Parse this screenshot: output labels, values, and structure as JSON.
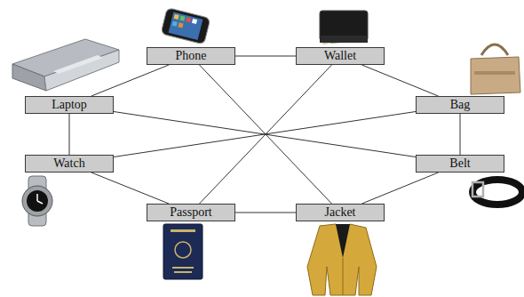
{
  "diagram": {
    "nodes": [
      {
        "text": [
          "Phone"
        ]
      },
      {
        "text": [
          "Wallet"
        ]
      },
      {
        "text": [
          "Laptop"
        ]
      },
      {
        "text": [
          "Bag"
        ]
      },
      {
        "text": [
          "Watch"
        ]
      },
      {
        "text": [
          "Belt"
        ]
      },
      {
        "text": [
          "Passport"
        ]
      },
      {
        "text": [
          "Jacket"
        ]
      }
    ],
    "edges": [
      {
        "from": 0,
        "to": 1,
        "arrow": "none"
      },
      {
        "from": 0,
        "to": 2,
        "arrow": "none"
      },
      {
        "from": 1,
        "to": 3,
        "arrow": "none"
      },
      {
        "from": 2,
        "to": 4,
        "arrow": "none"
      },
      {
        "from": 3,
        "to": 5,
        "arrow": "none"
      },
      {
        "from": 4,
        "to": 6,
        "arrow": "none"
      },
      {
        "from": 5,
        "to": 7,
        "arrow": "none"
      },
      {
        "from": 6,
        "to": 7,
        "arrow": "none"
      },
      {
        "from": 2,
        "to": 5,
        "arrow": "none"
      },
      {
        "from": 4,
        "to": 3,
        "arrow": "none"
      },
      {
        "from": 0,
        "to": 7,
        "arrow": "none"
      },
      {
        "from": 1,
        "to": 6,
        "arrow": "none"
      }
    ]
  }
}
